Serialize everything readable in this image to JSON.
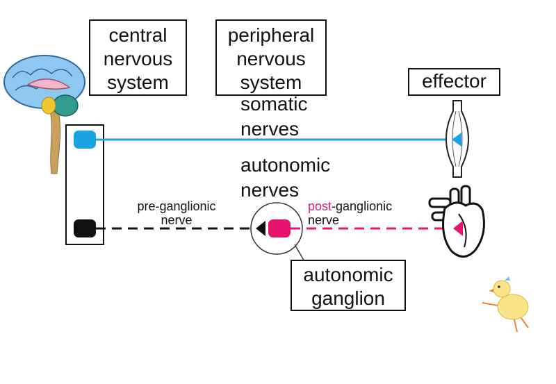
{
  "labels": {
    "cns": "central\nnervous\nsystem",
    "pns": "peripheral\nnervous\nsystem",
    "effector": "effector",
    "somatic": "somatic\nnerves",
    "autonomic": "autonomic\nnerves",
    "pre_ganglionic": "pre-ganglionic\nnerve",
    "post_prefix": "post",
    "post_suffix": "-ganglionic",
    "post_second_line": "nerve",
    "ganglion": "autonomic\nganglion"
  },
  "colors": {
    "somatic": "#1aa3e0",
    "autonomic_pre": "#111111",
    "autonomic_post": "#e8136e",
    "post_text": "#d81b7a"
  },
  "icons": [
    "brain-icon",
    "muscle-icon",
    "heart-icon",
    "chick-icon"
  ]
}
